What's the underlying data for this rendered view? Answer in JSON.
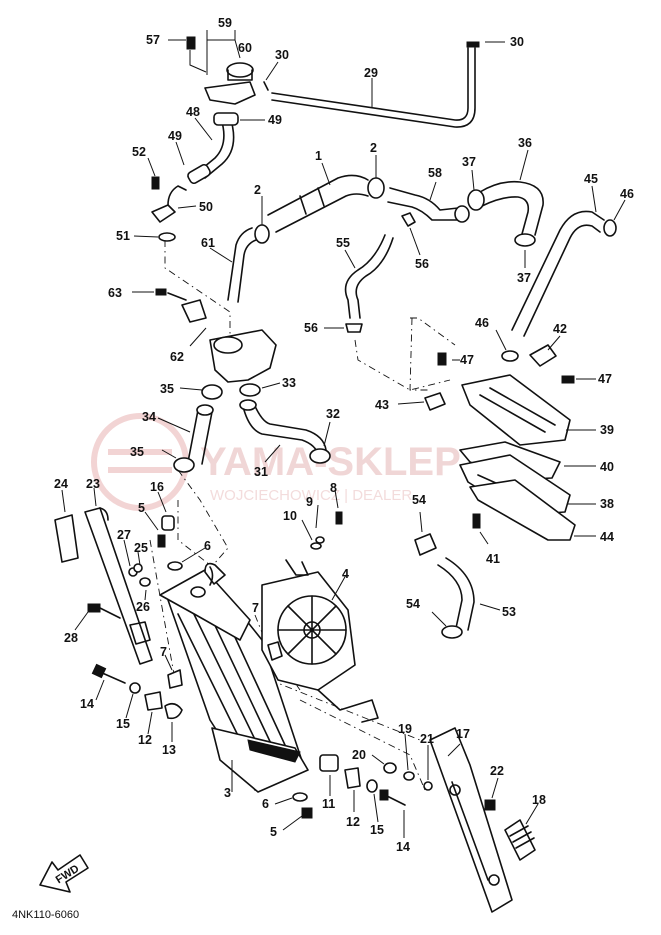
{
  "diagram_code": "4NK110-6060",
  "fwd_label": "FWD",
  "watermark": {
    "title": "YAMA-SKLEP",
    "subtitle": "WOJCIECHOWICZ | DEALER"
  },
  "callouts": {
    "p57": "57",
    "p59": "59",
    "p60": "60",
    "p30a": "30",
    "p29": "29",
    "p30b": "30",
    "p48": "48",
    "p49a": "49",
    "p49b": "49",
    "p52": "52",
    "p50": "50",
    "p51": "51",
    "p61": "61",
    "p1": "1",
    "p2a": "2",
    "p2b": "2",
    "p58": "58",
    "p37a": "37",
    "p36": "36",
    "p45": "45",
    "p46a": "46",
    "p37b": "37",
    "p56a": "56",
    "p55": "55",
    "p63": "63",
    "p62": "62",
    "p56b": "56",
    "p46b": "46",
    "p42": "42",
    "p47a": "47",
    "p47b": "47",
    "p43": "43",
    "p35a": "35",
    "p33": "33",
    "p34": "34",
    "p32": "32",
    "p39": "39",
    "p35b": "35",
    "p31": "31",
    "p40": "40",
    "p24": "24",
    "p23": "23",
    "p16": "16",
    "p9": "9",
    "p8": "8",
    "p54a": "54",
    "p38": "38",
    "p10": "10",
    "p5a": "5",
    "p27": "27",
    "p25": "25",
    "p6a": "6",
    "p41": "41",
    "p44": "44",
    "p4": "4",
    "p26": "26",
    "p7a": "7",
    "p54b": "54",
    "p53": "53",
    "p28": "28",
    "p7b": "7",
    "p14a": "14",
    "p15a": "15",
    "p12a": "12",
    "p13": "13",
    "p19": "19",
    "p21": "21",
    "p17": "17",
    "p20": "20",
    "p22": "22",
    "p3": "3",
    "p11": "11",
    "p18": "18",
    "p6b": "6",
    "p12b": "12",
    "p15b": "15",
    "p5b": "5",
    "p14b": "14"
  }
}
